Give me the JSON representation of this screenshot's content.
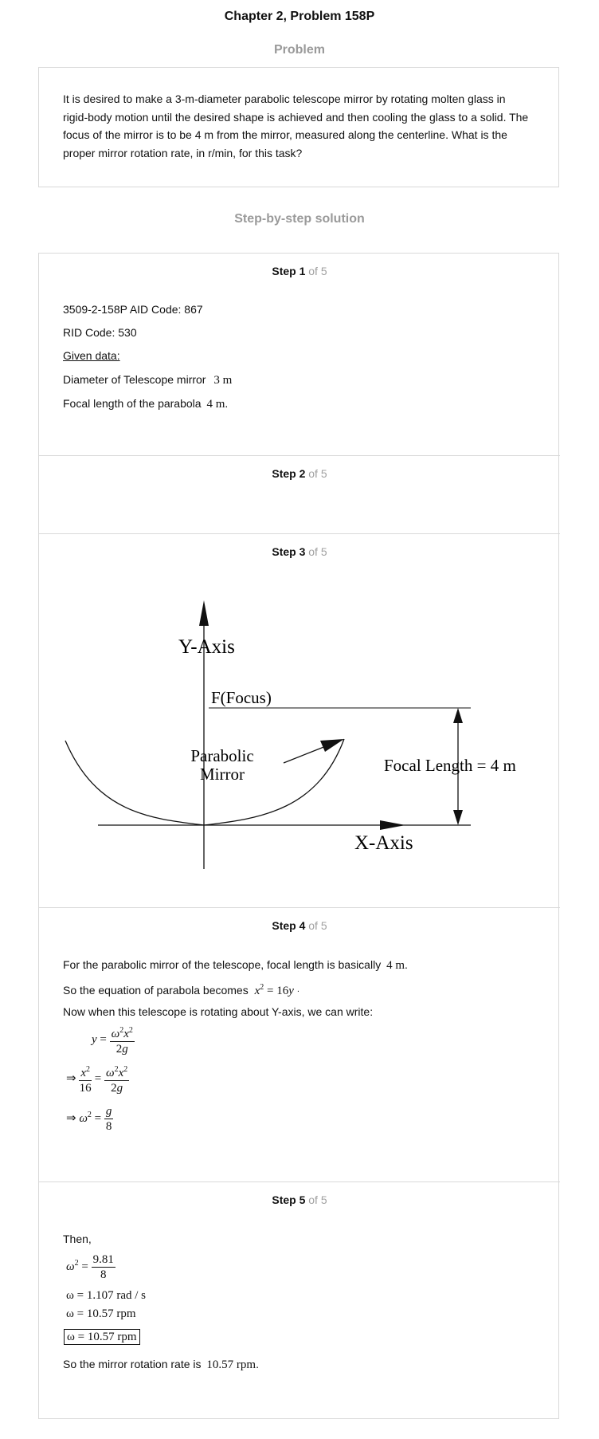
{
  "header": {
    "title": "Chapter 2, Problem 158P",
    "problem_heading": "Problem",
    "solution_heading": "Step-by-step solution"
  },
  "problem": {
    "text": "It is desired to make a 3-m-diameter parabolic telescope  mirror by rotating molten glass in rigid-body motion until the desired shape is achieved and then cooling the glass to a solid. The focus of the mirror is to be 4 m from the mirror, measured along the centerline. What is the proper mirror rotation rate, in r/min, for this task?"
  },
  "steps": [
    {
      "num": "Step 1",
      "of": "of 5",
      "aid": "3509-2-158P AID Code: 867",
      "rid": "RID Code: 530",
      "given": "Given data:",
      "diameter_label": "Diameter of Telescope mirror",
      "diameter_value": "3 m",
      "focal_label": "Focal length of the parabola",
      "focal_value": "4 m",
      "focal_end": "."
    },
    {
      "num": "Step 2",
      "of": "of 5"
    },
    {
      "num": "Step 3",
      "of": "of 5",
      "figure": {
        "y_axis": "Y-Axis",
        "x_axis": "X-Axis",
        "focus": "F(Focus)",
        "mirror_line1": "Parabolic",
        "mirror_line2": "Mirror",
        "focal_length": "Focal Length = 4 m"
      }
    },
    {
      "num": "Step 4",
      "of": "of 5",
      "line1_text": "For the parabolic mirror of the telescope, focal length is basically",
      "line1_value": "4 m",
      "line1_end": ".",
      "line2_text": "So the equation of parabola becomes",
      "line3_text": "Now when this telescope is rotating about Y-axis, we can write:"
    },
    {
      "num": "Step 5",
      "of": "of 5",
      "then": "Then,",
      "eq2": "ω = 1.107 rad / s",
      "eq3": "ω = 10.57 rpm",
      "boxed": "ω = 10.57 rpm",
      "conclusion_text": "So the mirror rotation rate is",
      "conclusion_value": "10.57 rpm",
      "conclusion_end": "."
    }
  ]
}
